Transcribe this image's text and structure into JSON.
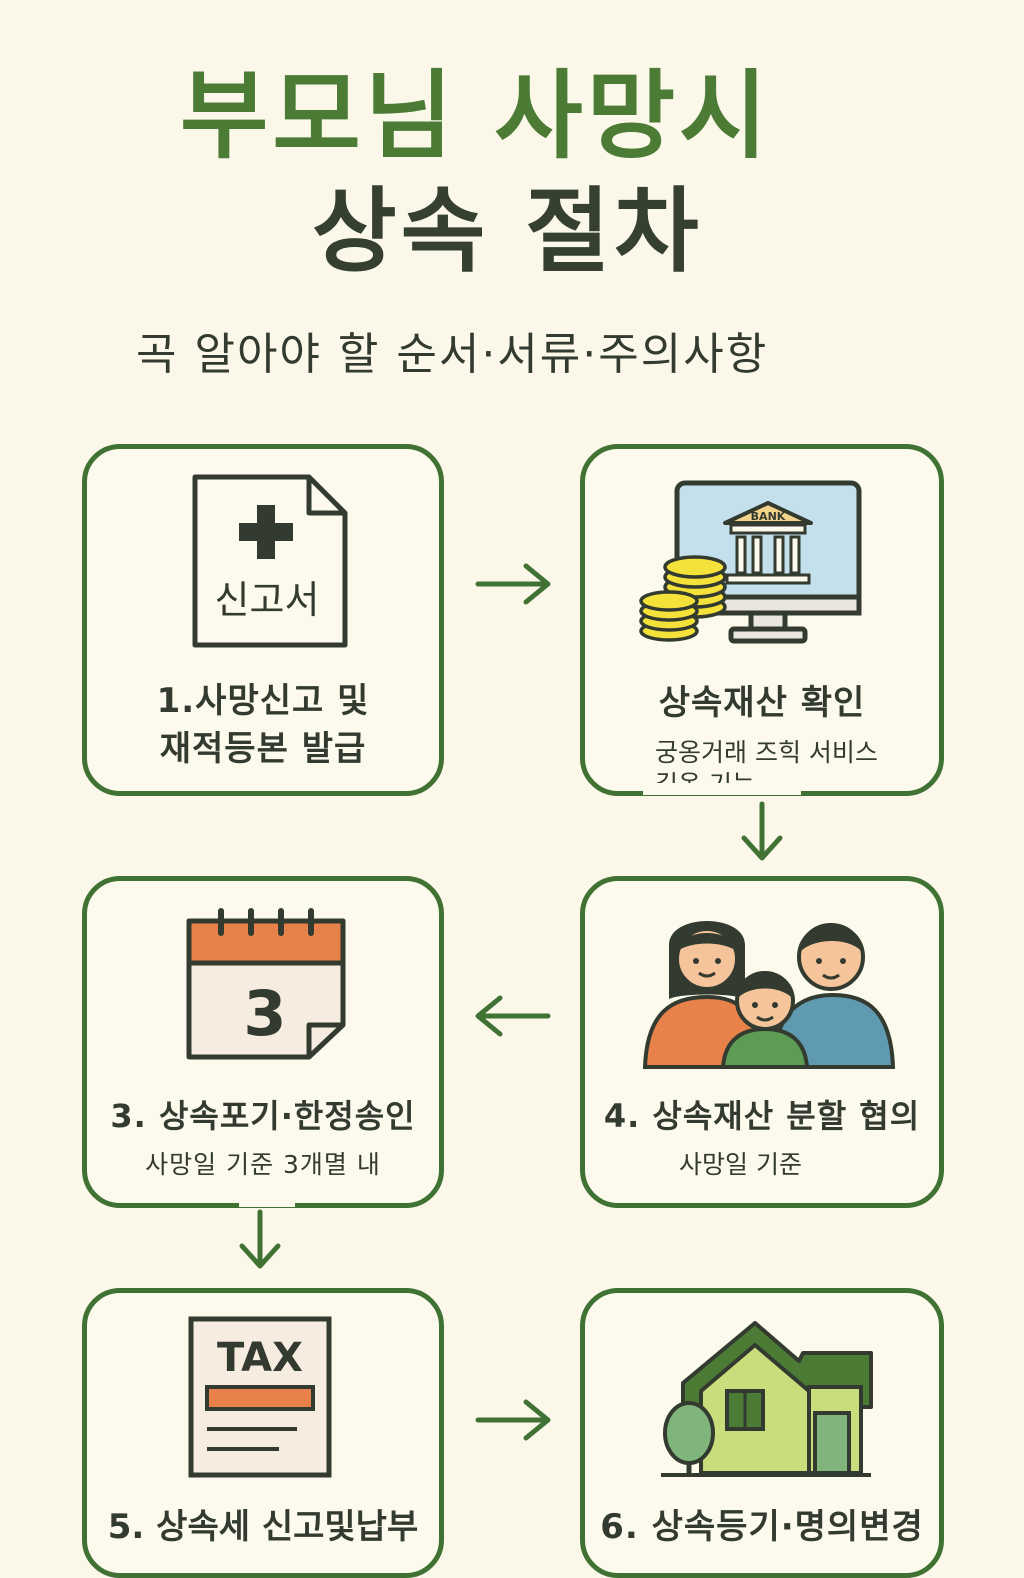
{
  "header": {
    "title_line1": "부모님 사망시",
    "title_line2": "상속 절차",
    "subtitle": "곡 알아야 할 순서·서류·주의사항"
  },
  "steps": [
    {
      "label_line1": "1.사망신고 및",
      "label_line2": "재적등본 발급",
      "icon_text": "신고서",
      "icon": "report-document-icon"
    },
    {
      "label": "상속재산 확인",
      "sub_line1": "궁옹거래 즈힉 서비스",
      "sub_line2": "길옹 기능",
      "icon_text": "BANK",
      "icon": "bank-computer-icon"
    },
    {
      "label": "3. 상속포기·한정송인",
      "sub": "사망일 기준 3개멸 내",
      "icon_text": "3",
      "icon": "calendar-icon"
    },
    {
      "label": "4. 상속재산 분할 협의",
      "sub": "사망일 기준",
      "icon": "family-icon"
    },
    {
      "label": "5. 상속세 신고및납부",
      "icon_text": "TAX",
      "icon": "tax-form-icon"
    },
    {
      "label": "6. 상속등기·명의변경",
      "icon": "house-icon"
    }
  ],
  "colors": {
    "background": "#fbf8ea",
    "accent_green": "#4b7b35",
    "border_green": "#3f7233",
    "dark_text": "#333a2f",
    "orange": "#e9824a",
    "coin_yellow": "#f4e13a",
    "screen_blue": "#c4e0ec"
  }
}
